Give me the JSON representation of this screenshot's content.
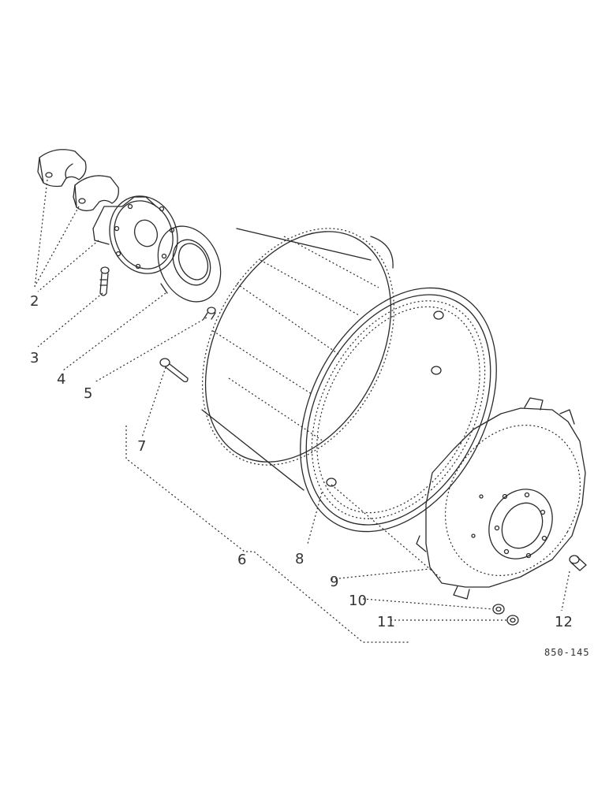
{
  "callouts": {
    "c2": "2",
    "c3": "3",
    "c4": "4",
    "c5": "5",
    "c7": "7",
    "c6": "6",
    "c8": "8",
    "c9": "9",
    "c10": "10",
    "c11": "11",
    "c12": "12"
  },
  "reference_code": "850-145"
}
